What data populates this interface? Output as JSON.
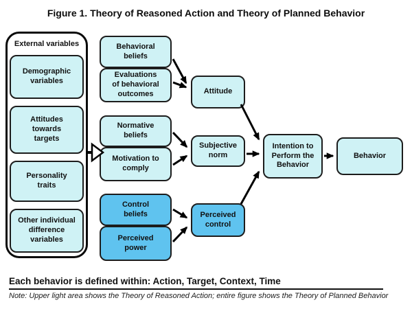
{
  "title": "Figure 1.  Theory of Reasoned Action and Theory of Planned Behavior",
  "colors": {
    "light_box": "#CFF2F5",
    "dark_box": "#5FC3EF",
    "border": "#1c1c1c",
    "arrow": "#000000"
  },
  "external": {
    "label": "External variables",
    "items": [
      {
        "label": "Demographic\nvariables"
      },
      {
        "label": "Attitudes\ntowards\ntargets"
      },
      {
        "label": "Personality\ntraits"
      },
      {
        "label": "Other individual\ndifference\nvariables"
      }
    ]
  },
  "nodes": {
    "behavioral_beliefs": "Behavioral\nbeliefs",
    "evaluations": "Evaluations\nof behavioral\noutcomes",
    "normative_beliefs": "Normative\nbeliefs",
    "motivation_to_comply": "Motivation to\ncomply",
    "control_beliefs": "Control\nbeliefs",
    "perceived_power": "Perceived\npower",
    "attitude": "Attitude",
    "subjective_norm": "Subjective\nnorm",
    "perceived_control": "Perceived\ncontrol",
    "intention": "Intention to\nPerform the\nBehavior",
    "behavior": "Behavior"
  },
  "footer": {
    "heading": "Each behavior is defined within: Action, Target, Context, Time",
    "note": "Note: Upper light area shows the Theory of Reasoned Action; entire figure shows the Theory of Planned Behavior"
  }
}
